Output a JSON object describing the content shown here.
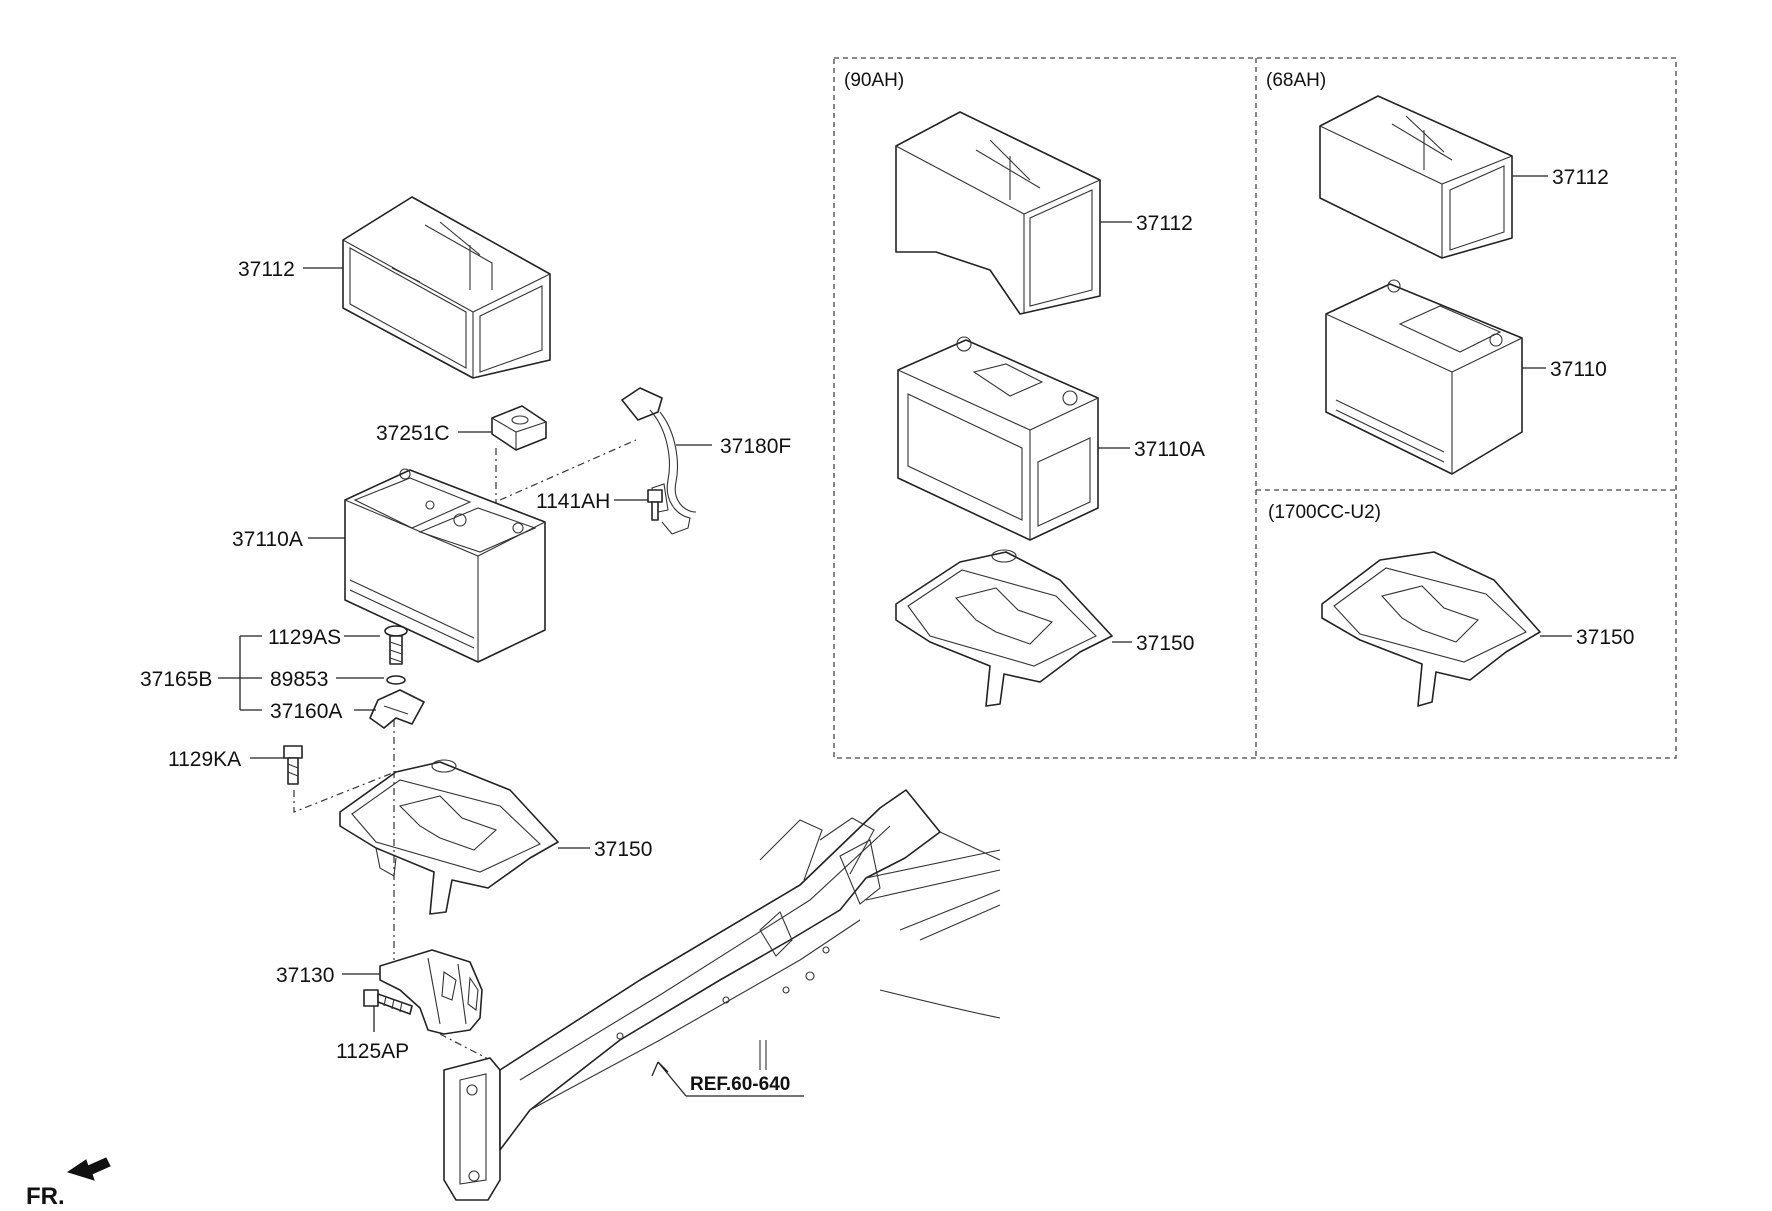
{
  "fr_label": "FR.",
  "ref_label": "REF.60-640",
  "variants": {
    "v90ah": "(90AH)",
    "v68ah": "(68AH)",
    "v1700cc": "(1700CC-U2)"
  },
  "main_labels": {
    "tray_cover": "37112",
    "terminal_cap": "37251C",
    "cable": "37180F",
    "cable_bolt": "1141AH",
    "battery": "37110A",
    "clamp_bolt": "1129AS",
    "clamp_set": "37165B",
    "washer": "89853",
    "clamp": "37160A",
    "tray_bolt": "1129KA",
    "tray": "37150",
    "bracket": "37130",
    "bracket_bolt": "1125AP"
  },
  "box90_labels": {
    "cover": "37112",
    "battery": "37110A",
    "tray": "37150"
  },
  "box68_labels": {
    "cover": "37112",
    "battery": "37110"
  },
  "box1700_labels": {
    "tray": "37150"
  }
}
